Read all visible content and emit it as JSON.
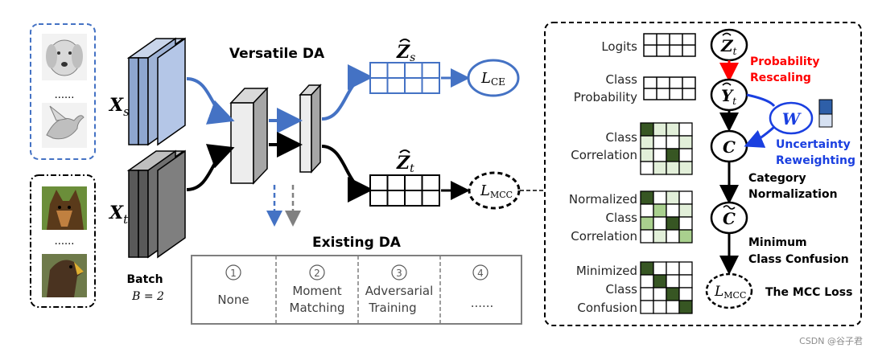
{
  "left_panel": {
    "source_ellipsis": "......",
    "target_ellipsis": "......",
    "source_images": [
      "dog-sketch-image",
      "bird-sketch-image"
    ],
    "target_images": [
      "dog-photo-image",
      "eagle-photo-image"
    ]
  },
  "inputs": {
    "xs_main": "X",
    "xs_sub": "s",
    "xt_main": "X",
    "xt_sub": "t"
  },
  "batch": {
    "label": "Batch",
    "size": "B = 2"
  },
  "versatile": {
    "title": "Versatile DA"
  },
  "outputs": {
    "zs_main": "Z",
    "zs_sub": "s",
    "zt_main": "Z",
    "zt_sub": "t",
    "lce_main": "L",
    "lce_sub": "CE",
    "lmcc_main": "L",
    "lmcc_sub": "MCC"
  },
  "existing": {
    "title": "Existing DA",
    "methods": [
      {
        "num": "1",
        "line1": "None",
        "line2": ""
      },
      {
        "num": "2",
        "line1": "Moment",
        "line2": "Matching"
      },
      {
        "num": "3",
        "line1": "Adversarial",
        "line2": "Training"
      },
      {
        "num": "4",
        "line1": "......",
        "line2": ""
      }
    ]
  },
  "right_panel": {
    "row_labels": [
      [
        "Logits"
      ],
      [
        "Class",
        "Probability"
      ],
      [
        "Class",
        "Correlation"
      ],
      [
        "Normalized",
        "Class",
        "Correlation"
      ],
      [
        "Minimized",
        "Class",
        "Confusion"
      ]
    ],
    "flow_nodes": {
      "zt_main": "Z",
      "zt_sub": "t",
      "yt_main": "Y",
      "yt_sub": "t",
      "c_main": "C",
      "ctilde_main": "C",
      "w_main": "W",
      "lmcc_main": "L",
      "lmcc_sub": "MCC"
    },
    "steps": {
      "prob_rescaling": [
        "Probability",
        "Rescaling"
      ],
      "uncertainty": [
        "Uncertainty",
        "Reweighting"
      ],
      "category_norm": [
        "Category",
        "Normalization"
      ],
      "min_conf": [
        "Minimum",
        "Class Confusion"
      ],
      "loss": "The MCC Loss"
    }
  },
  "watermark": "CSDN @谷子君",
  "colors": {
    "blue": "#4472c4",
    "blue_fill": "#9fb3d6",
    "gray_dark": "#595959",
    "gray_mid": "#a6a6a6",
    "red": "#ff0000",
    "blue_text": "#1a3fe0",
    "dark_green": "#375623",
    "light_green": "#e2efd9",
    "mid_green": "#a9d08e"
  }
}
